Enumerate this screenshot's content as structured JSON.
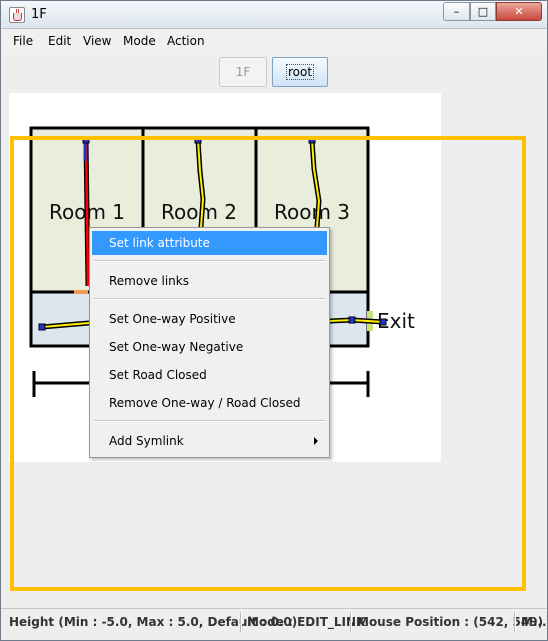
{
  "window": {
    "title": "1F",
    "minimize_glyph": "–",
    "maximize_glyph": "□",
    "close_glyph": "✕",
    "icon": "java-cup-icon"
  },
  "menubar": {
    "items": [
      "File",
      "Edit",
      "View",
      "Mode",
      "Action"
    ]
  },
  "floor_buttons": {
    "floor_1f": "1F",
    "root": "root"
  },
  "floorplan": {
    "rooms": [
      "Room 1",
      "Room 2",
      "Room 3"
    ],
    "exit_label": "Exit",
    "colors": {
      "room_fill": "#e9eedc",
      "corridor_fill": "#dde6ef",
      "wall": "#000000",
      "link": "#ffee00",
      "selected_link": "#ff0000",
      "node": "#2233cc",
      "selection_rect": "#ffc000",
      "door_marker": "#f29b57"
    }
  },
  "context_menu": {
    "items": [
      {
        "label": "Set link attribute",
        "active": true
      },
      {
        "label": "Remove links"
      },
      {
        "label": "Set One-way Positive"
      },
      {
        "label": "Set One-way Negative"
      },
      {
        "label": "Set Road Closed"
      },
      {
        "label": "Remove One-way / Road Closed"
      },
      {
        "label": "Add Symlink",
        "has_submenu": true
      }
    ]
  },
  "statusbar": {
    "height": "Height (Min : -5.0, Max : 5.0, Default : 0.0)",
    "mode": "Mode : EDIT_LINK",
    "mouse": "Mouse Position : (542, 549)",
    "more": "M..."
  }
}
